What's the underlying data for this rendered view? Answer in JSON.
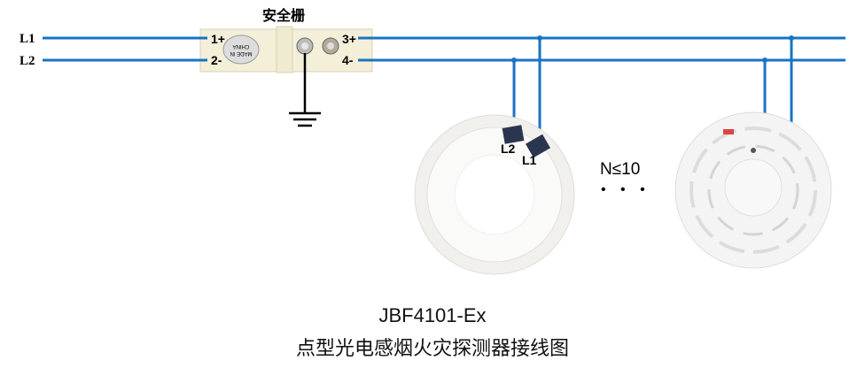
{
  "labels": {
    "l1": "L1",
    "l2": "L2",
    "barrier": "安全栅"
  },
  "barrier": {
    "t1": "1+",
    "t2": "2-",
    "t3": "3+",
    "t4": "4-",
    "badge_line1": "MADE IN",
    "badge_line2": "CHINA"
  },
  "base": {
    "l2": "L2",
    "l1": "L1"
  },
  "count": "N≤10",
  "ellipsis": "• • •",
  "caption": {
    "model": "JBF4101-Ex",
    "title": "点型光电感烟火灾探测器接线图"
  },
  "colors": {
    "wire": "#1a73c4",
    "ground": "#000000"
  }
}
